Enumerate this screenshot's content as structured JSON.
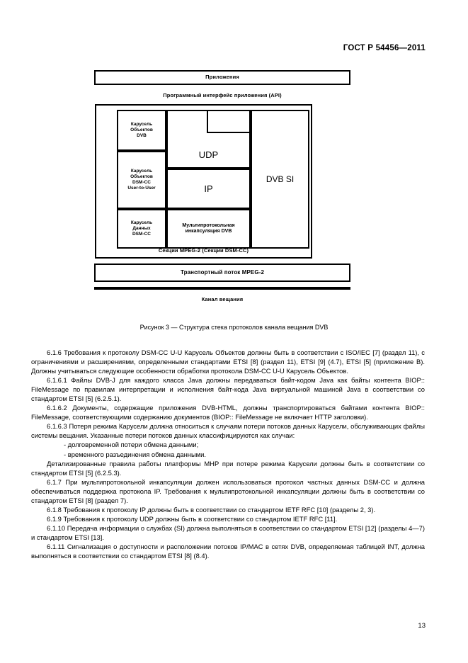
{
  "header": {
    "standard_id": "ГОСТ Р 54456—2011"
  },
  "figure": {
    "applications_box": "Приложения",
    "api_label": "Программный интерфейс приложения (API)",
    "stack": {
      "carousel_dvb": "Карусель\nОбъектов\nDVB",
      "carousel_dsmcc_uu": "Карусель\nОбъектов\nDSM-CC\nUser-to-User",
      "carousel_data_dsmcc": "Карусель\nДанных\nDSM-CC",
      "blank_box": "",
      "udp": "UDP",
      "ip": "IP",
      "multiprotocol_encapsulation": "Мультипротокольная\nинкапсуляция DVB",
      "dvb_si": "DVB SI",
      "sections_label": "Секции MPEG-2 (Секции DSM-CC)"
    },
    "transport_stream": "Транспортный поток MPEG-2",
    "broadcast_channel": "Канал вещания",
    "caption": "Рисунок 3 — Структура стека протоколов канала вещания DVB"
  },
  "body": {
    "paragraphs": [
      {
        "style": "indent",
        "text": "6.1.6  Требования к протоколу DSM-CC U-U Карусель Объектов должны быть в соответствии с ISO/IEC [7] (раздел 11), с ограничениями и расширениями, определенными стандартами ETSI [8] (раздел 11), ETSI [9] (4.7), ETSI [5] (приложение В). Должны учитываться следующие особенности обработки протокола DSM-CC U-U Карусель Объектов."
      },
      {
        "style": "indent",
        "text": "6.1.6.1  Файлы DVB-J для каждого класса Java должны передаваться байт-кодом Java как байты контента BIOP:: FileMessage по правилам интерпретации и исполнения байт-кода Java виртуальной машиной Java в соответствии со стандартом ETSI [5] (6.2.5.1)."
      },
      {
        "style": "indent",
        "text": "6.1.6.2  Документы, содержащие приложения DVB-HTML, должны транспортироваться байтами контента BIOP:: FileMessage, соответствующими содержанию документов (BIOP:: FileMessage не включает HTTP заголовки)."
      },
      {
        "style": "indent",
        "text": "6.1.6.3  Потеря режима Карусели должна относиться к случаям потери потоков данных Карусели, обслуживающих файлы системы вещания. Указанные потери потоков данных классифицируются как случаи:"
      },
      {
        "style": "dash",
        "text": "-  долговременной потери обмена данными;"
      },
      {
        "style": "dash",
        "text": "-  временного разъединения обмена данными."
      },
      {
        "style": "indent",
        "text": "Детализированные правила работы платформы MHP при потере режима Карусели должны быть в соответствии со стандартом ETSI [5] (6.2.5.3)."
      },
      {
        "style": "indent",
        "text": "6.1.7  При мультипротокольной инкапсуляции должен использоваться протокол частных данных DSM-CC и должна обеспечиваться поддержка протокола IP. Требования к мультипротокольной инкапсуляции должны быть в соответствии со стандартом ETSI [8] (раздел 7)."
      },
      {
        "style": "indent",
        "text": "6.1.8  Требования к протоколу IP должны быть в соответствии со стандартом IETF RFC [10] (разделы 2, 3)."
      },
      {
        "style": "indent",
        "text": "6.1.9  Требования к протоколу UDP должны быть в соответствии со стандартом IETF RFC [11]."
      },
      {
        "style": "indent",
        "text": "6.1.10  Передача информации о службах (SI) должна выполняться в соответствии со стандартом ETSI [12] (разделы 4—7) и стандартом ETSI [13]."
      },
      {
        "style": "indent",
        "text": "6.1.11  Сигнализация о доступности и расположении потоков IP/MAC в сетях DVB, определяемая таблицей INT, должна выполняться в соответствии со стандартом ETSI [8] (8.4)."
      }
    ]
  },
  "footer": {
    "page_number": "13"
  }
}
